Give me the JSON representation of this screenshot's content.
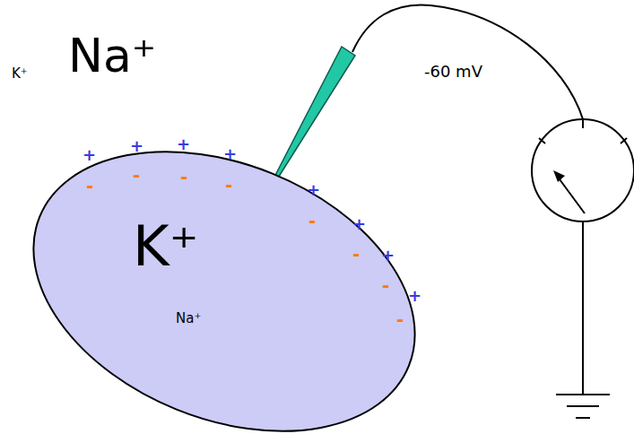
{
  "diagram": {
    "nodes": [
      {
        "text": [
          "K⁺",
          "Na⁺"
        ]
      }
    ],
    "labels": [
      "Na⁺",
      "K⁺",
      "-60 mV",
      "+",
      "+",
      "+",
      "+",
      "+",
      "+",
      "+",
      "+",
      "-",
      "-",
      "-",
      "-",
      "-",
      "-",
      "-",
      "-"
    ]
  }
}
